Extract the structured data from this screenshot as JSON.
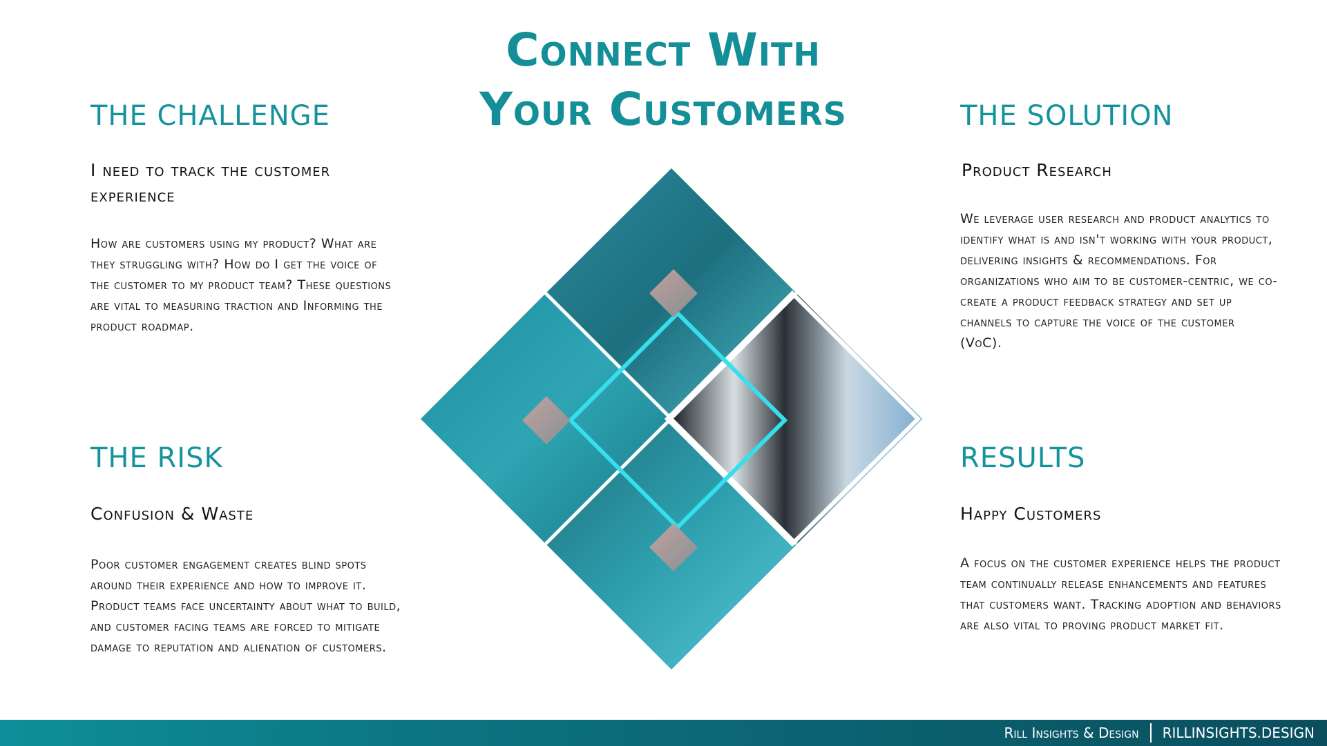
{
  "title": {
    "line1": "Connect With",
    "line2": "Your Customers"
  },
  "challenge": {
    "heading": "THE CHALLENGE",
    "subheading": "I need to track the customer experience",
    "body": "How are customers using my product? What are they struggling with? How do I get the voice of the customer to my product team?  These questions are vital to measuring traction and Informing the product roadmap."
  },
  "risk": {
    "heading": "THE RISK",
    "subheading": "Confusion & Waste",
    "body": "Poor customer engagement creates blind spots around their experience and how to improve it. Product teams face uncertainty about what to build, and customer facing teams are forced to mitigate damage to reputation and alienation of customers."
  },
  "solution": {
    "heading": "THE SOLUTION",
    "subheading": "Product Research",
    "body": "We leverage user research and product analytics to identify what is and isn't working with your product, delivering insights & recommendations. For organizations who aim to be customer-centric, we co-create a product feedback strategy and set up channels to capture the voice of the customer (VoC)."
  },
  "results": {
    "heading": "RESULTS",
    "subheading": "Happy Customers",
    "body": "A focus on the customer experience helps the product team continually release enhancements and features that customers want. Tracking adoption and behaviors are also vital to proving product market fit."
  },
  "footer": {
    "company": "Rill Insights & Design",
    "website": "RILLINSIGHTS.DESIGN"
  },
  "colors": {
    "accent": "#148f98",
    "highlight": "#35e0ec",
    "footer_start": "#0d8f9a",
    "footer_end": "#0a4e5e"
  }
}
